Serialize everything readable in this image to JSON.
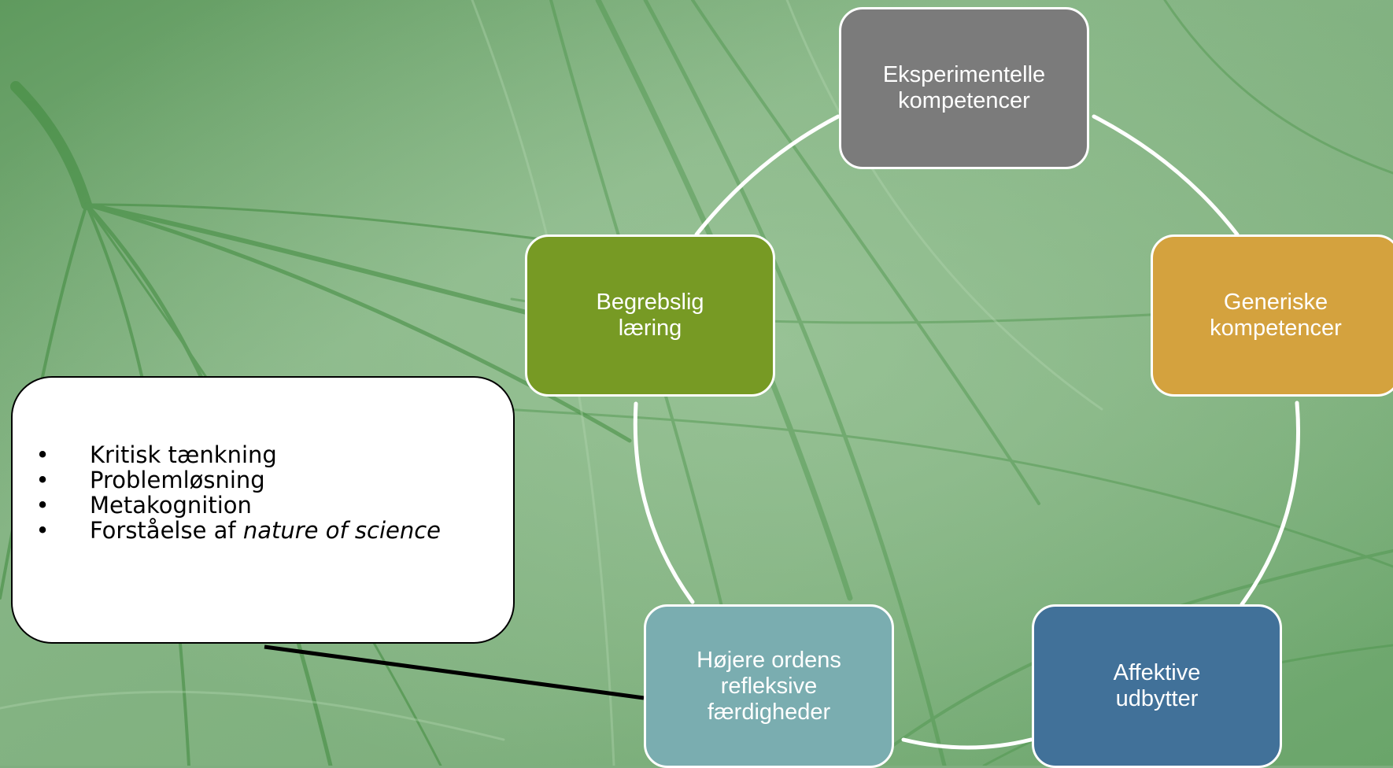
{
  "diagram": {
    "nodes": [
      {
        "id": "eksperimentelle",
        "label": "Eksperimentelle\nkompetencer",
        "color": "#7b7b7b"
      },
      {
        "id": "generiske",
        "label": "Generiske\nkompetencer",
        "color": "#d4a23e"
      },
      {
        "id": "affektive",
        "label": "Affektive\nudbytter",
        "color": "#417199"
      },
      {
        "id": "hojere",
        "label": "Højere ordens\nrefleksive\nfærdigheder",
        "color": "#7aadb0"
      },
      {
        "id": "begrebslig",
        "label": "Begrebslig\nlæring",
        "color": "#779a24"
      }
    ],
    "connector_color": "#ffffff"
  },
  "callout": {
    "bullet": "•",
    "items": [
      {
        "text": "Kritisk tænkning"
      },
      {
        "text": "Problemløsning"
      },
      {
        "text": "Metakognition"
      },
      {
        "text": "Forståelse af ",
        "emphasis": "nature of science"
      }
    ],
    "pointer_color": "#000000"
  }
}
